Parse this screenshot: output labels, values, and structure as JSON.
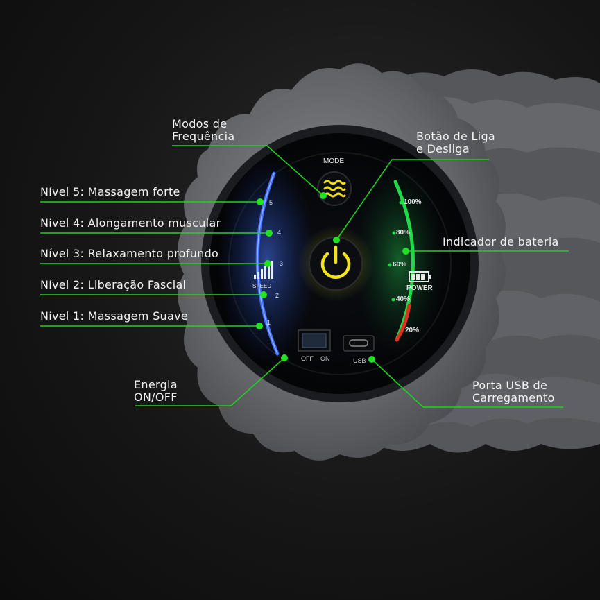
{
  "labels": {
    "modes": [
      "Modos de",
      "Frequência"
    ],
    "power_button": [
      "Botão de Liga",
      "e Desliga"
    ],
    "level5": "Nível 5: Massagem forte",
    "level4": "Nível 4: Alongamento muscular",
    "level3": "Nível 3: Relaxamento profundo",
    "level2": "Nível 2: Liberação Fascial",
    "level1": "Nível 1: Massagem Suave",
    "battery_indicator": "Indicador de bateria",
    "energy": [
      "Energia",
      "ON/OFF"
    ],
    "usb_port": [
      "Porta USB de",
      "Carregamento"
    ]
  },
  "panel": {
    "mode": "MODE",
    "speed": "SPEED",
    "power": "POWER",
    "speed_numbers": [
      "5",
      "4",
      "3",
      "2",
      "1"
    ],
    "battery_levels": [
      "100%",
      "80%",
      "60%",
      "40%",
      "20%"
    ],
    "switch_off": "OFF",
    "switch_on": "ON",
    "usb": "USB"
  },
  "colors": {
    "callout_green": "#1fd31f",
    "speed_blue": "#3c6cff",
    "power_yellow": "#f2e31a",
    "battery_green": "#22d94a",
    "battery_red": "#e03020",
    "device_gray": "#6a6c70"
  }
}
